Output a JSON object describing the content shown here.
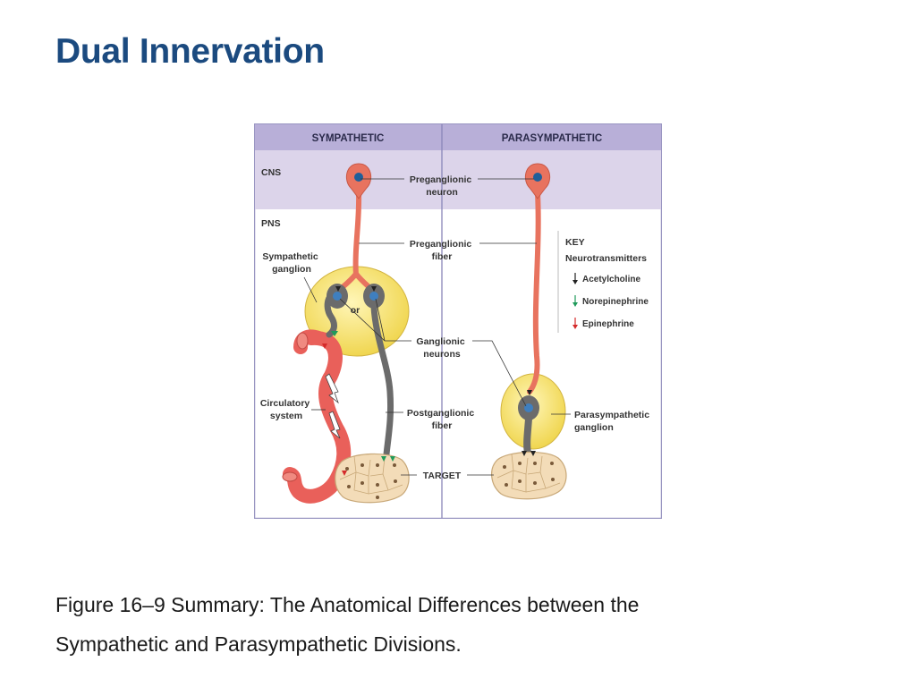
{
  "slide": {
    "title": "Dual Innervation"
  },
  "figure": {
    "headers": {
      "sympathetic": "SYMPATHETIC",
      "parasympathetic": "PARASYMPATHETIC"
    },
    "regions": {
      "cns": "CNS",
      "pns": "PNS"
    },
    "labels": {
      "preganglionic_neuron": [
        "Preganglionic",
        "neuron"
      ],
      "preganglionic_fiber": [
        "Preganglionic",
        "fiber"
      ],
      "sympathetic_ganglion": [
        "Sympathetic",
        "ganglion"
      ],
      "or": "or",
      "ganglionic_neurons": [
        "Ganglionic",
        "neurons"
      ],
      "circulatory_system": [
        "Circulatory",
        "system"
      ],
      "postganglionic_fiber": [
        "Postganglionic",
        "fiber"
      ],
      "target": "TARGET",
      "parasympathetic_ganglion": [
        "Parasympathetic",
        "ganglion"
      ]
    },
    "key": {
      "title": "KEY",
      "subtitle": "Neurotransmitters",
      "items": [
        {
          "label": "Acetylcholine",
          "color": "#222222"
        },
        {
          "label": "Norepinephrine",
          "color": "#1f9a5a"
        },
        {
          "label": "Epinephrine",
          "color": "#d42a2a"
        }
      ]
    },
    "colors": {
      "cns_band": "#dcd4ea",
      "header_band": "#b8afd8",
      "neuron_body": "#e8735f",
      "ganglion": "#f5e27a",
      "ganglionic_neuron": "#6b6b6b",
      "vessel": "#e9605a",
      "target": "#f3dcb8"
    }
  },
  "caption": {
    "line1": "Figure 16–9 Summary: The Anatomical Differences between the",
    "line2": "Sympathetic and Parasympathetic Divisions."
  }
}
